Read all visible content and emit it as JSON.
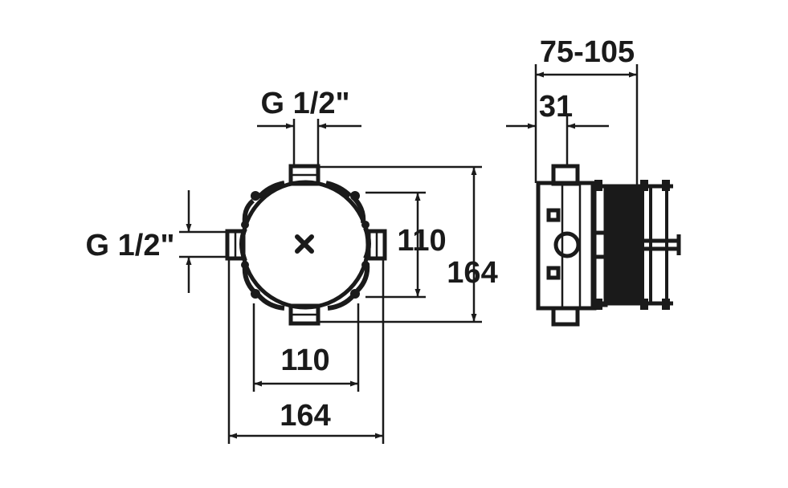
{
  "front_view": {
    "top_connection_label": "G 1/2\"",
    "side_connection_label": "G 1/2\"",
    "inner_width_label": "110",
    "outer_width_label": "164",
    "inner_height_label": "110",
    "outer_height_label": "164"
  },
  "side_view": {
    "depth_range_label": "75-105",
    "offset_label": "31"
  },
  "colors": {
    "line": "#1a1a1a",
    "background": "#ffffff"
  }
}
